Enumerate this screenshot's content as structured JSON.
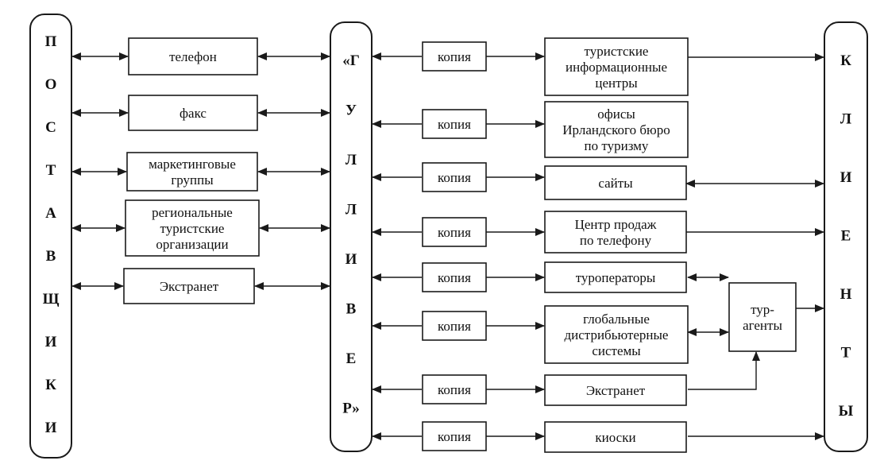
{
  "suppliers_label": [
    "П",
    "О",
    "С",
    "Т",
    "А",
    "В",
    "Щ",
    "И",
    "К",
    "И"
  ],
  "gulliver_label": [
    "«Г",
    "У",
    "Л",
    "Л",
    "И",
    "В",
    "Е",
    "Р»"
  ],
  "clients_label": [
    "К",
    "Л",
    "И",
    "Е",
    "Н",
    "Т",
    "Ы"
  ],
  "supply_channels": [
    {
      "lines": [
        "телефон"
      ]
    },
    {
      "lines": [
        "факс"
      ]
    },
    {
      "lines": [
        "маркетинговые",
        "группы"
      ]
    },
    {
      "lines": [
        "региональные",
        "туристские",
        "организации"
      ]
    },
    {
      "lines": [
        "Экстранет"
      ]
    }
  ],
  "copy_label": "копия",
  "distribution_channels": [
    {
      "lines": [
        "туристские",
        "информационные",
        "центры"
      ]
    },
    {
      "lines": [
        "офисы",
        "Ирландского бюро",
        "по туризму"
      ]
    },
    {
      "lines": [
        "сайты"
      ]
    },
    {
      "lines": [
        "Центр продаж",
        "по телефону"
      ]
    },
    {
      "lines": [
        "туроператоры"
      ]
    },
    {
      "lines": [
        "глобальные",
        "дистрибьютерные",
        "системы"
      ]
    },
    {
      "lines": [
        "Экстранет"
      ]
    },
    {
      "lines": [
        "киоски"
      ]
    }
  ],
  "travel_agents": {
    "lines": [
      "тур-",
      "агенты"
    ]
  }
}
